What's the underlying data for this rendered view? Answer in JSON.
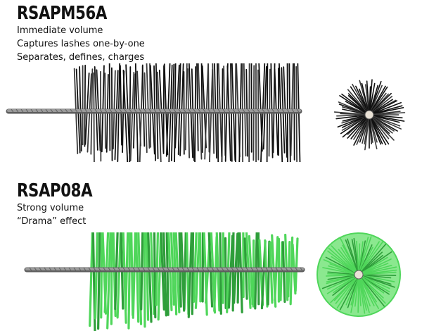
{
  "products": [
    {
      "code": "RSAPM56A",
      "features": [
        "Immediate volume",
        "Captures lashes one-by-one",
        "Separates, defines, charges"
      ],
      "bristle_color": "#111111",
      "bristle_shade": "#3a3a3a"
    },
    {
      "code": "RSAP08A",
      "features": [
        "Strong volume",
        "“Drama” effect"
      ],
      "bristle_color": "#4fd65a",
      "bristle_shade": "#2e9e3a"
    }
  ],
  "colors": {
    "wire": "#9a9a9a",
    "wire_dark": "#5e5e5e",
    "text": "#111111",
    "background": "#ffffff"
  },
  "icons": {
    "brush_side_view": "mascara-brush-side-icon",
    "brush_end_view": "mascara-brush-end-icon"
  }
}
